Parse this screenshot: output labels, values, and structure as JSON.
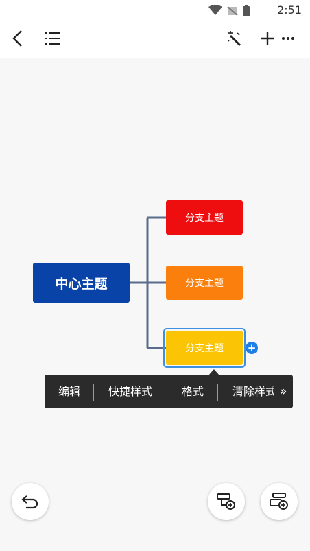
{
  "status_bar": {
    "time": "2:51"
  },
  "toolbar": {
    "back_icon": "chevron-left-icon",
    "outline_icon": "list-icon",
    "magic_icon": "magic-wand-icon",
    "add_icon": "plus-icon",
    "more_icon": "more-horizontal-icon"
  },
  "mindmap": {
    "center_topic": "中心主题",
    "branches": [
      {
        "label": "分支主题",
        "color": "#ee0e10"
      },
      {
        "label": "分支主题",
        "color": "#fa7f0c"
      },
      {
        "label": "分支主题",
        "color": "#fbc404"
      }
    ],
    "center_color": "#0a43a8",
    "connector_color": "#5a6b8c",
    "selection_color": "#3d8fe0",
    "add_child_symbol": "+"
  },
  "context_menu": {
    "items": [
      "编辑",
      "快捷样式",
      "格式",
      "清除样式"
    ],
    "more_symbol": "»"
  },
  "bottom_actions": {
    "undo_icon": "undo-icon",
    "add_subtopic_icon": "add-subtopic-icon",
    "add_sibling_icon": "add-sibling-icon"
  }
}
